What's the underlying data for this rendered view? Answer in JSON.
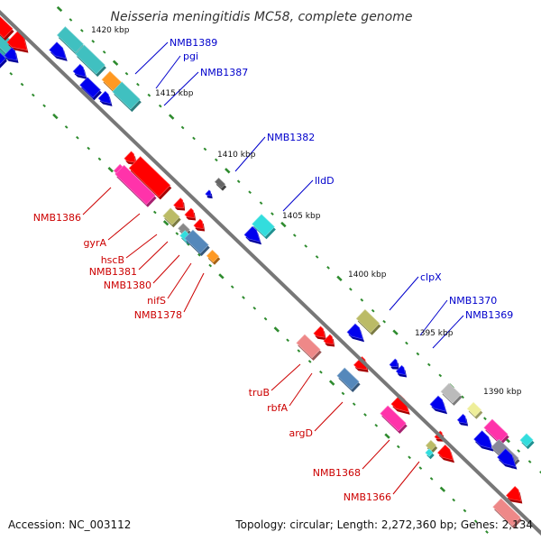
{
  "title": "Neisseria meningitidis MC58, complete genome",
  "footer": {
    "accession": "Accession: NC_003112",
    "topology": "Topology: circular; Length: 2,272,360 bp; Genes: 2,134"
  },
  "colors": {
    "plus_label": "#0000cc",
    "minus_label": "#cc0000",
    "backbone": "#777777",
    "tick": "#2e8b2e",
    "forward_gene": "#ff0000",
    "reverse_gene": "#0000ee",
    "cyan_gene": "#33dddd",
    "teal_gene": "#40c0c0",
    "magenta_gene": "#ff33aa",
    "pink_gene": "#ee8888",
    "khaki_gene": "#bbbb66",
    "steel_gene": "#5588bb",
    "orange_gene": "#ff9922",
    "gray_gene": "#bbbbbb"
  },
  "kbp_markers": [
    {
      "id": "1420",
      "label": "1420 kbp"
    },
    {
      "id": "1415",
      "label": "1415 kbp"
    },
    {
      "id": "1410",
      "label": "1410 kbp"
    },
    {
      "id": "1405",
      "label": "1405 kbp"
    },
    {
      "id": "1400",
      "label": "1400 kbp"
    },
    {
      "id": "1395",
      "label": "1395 kbp"
    },
    {
      "id": "1390",
      "label": "1390 kbp"
    }
  ],
  "gene_labels": [
    {
      "id": "NMB1389",
      "text": "NMB1389",
      "strand": "plus"
    },
    {
      "id": "pgi",
      "text": "pgi",
      "strand": "plus"
    },
    {
      "id": "NMB1387",
      "text": "NMB1387",
      "strand": "plus"
    },
    {
      "id": "NMB1382",
      "text": "NMB1382",
      "strand": "plus"
    },
    {
      "id": "lldD",
      "text": "lldD",
      "strand": "plus"
    },
    {
      "id": "clpX",
      "text": "clpX",
      "strand": "plus"
    },
    {
      "id": "NMB1370",
      "text": "NMB1370",
      "strand": "plus"
    },
    {
      "id": "NMB1369",
      "text": "NMB1369",
      "strand": "plus"
    },
    {
      "id": "NMB1386",
      "text": "NMB1386",
      "strand": "minus"
    },
    {
      "id": "gyrA",
      "text": "gyrA",
      "strand": "minus"
    },
    {
      "id": "hscB",
      "text": "hscB",
      "strand": "minus"
    },
    {
      "id": "NMB1381",
      "text": "NMB1381",
      "strand": "minus"
    },
    {
      "id": "NMB1380",
      "text": "NMB1380",
      "strand": "minus"
    },
    {
      "id": "nifS",
      "text": "nifS",
      "strand": "minus"
    },
    {
      "id": "NMB1378",
      "text": "NMB1378",
      "strand": "minus"
    },
    {
      "id": "truB",
      "text": "truB",
      "strand": "minus"
    },
    {
      "id": "rbfA",
      "text": "rbfA",
      "strand": "minus"
    },
    {
      "id": "argD",
      "text": "argD",
      "strand": "minus"
    },
    {
      "id": "NMB1368",
      "text": "NMB1368",
      "strand": "minus"
    },
    {
      "id": "NMB1366",
      "text": "NMB1366",
      "strand": "minus"
    }
  ],
  "genes": [
    {
      "id": "g1",
      "kind": "rect",
      "color": "#33aaaa"
    },
    {
      "id": "g2",
      "kind": "rect",
      "color": "#40c0c0"
    },
    {
      "id": "g3",
      "kind": "arrow",
      "color": "#ff0000"
    },
    {
      "id": "g4",
      "kind": "rect",
      "color": "#ff0000"
    },
    {
      "id": "g5",
      "kind": "rect",
      "color": "#0000ee"
    },
    {
      "id": "g6",
      "kind": "arrow",
      "color": "#0000ee"
    },
    {
      "id": "g7",
      "kind": "rect",
      "color": "#40c0c0"
    },
    {
      "id": "g8",
      "kind": "rect",
      "color": "#40c0c0"
    },
    {
      "id": "g9",
      "kind": "rect",
      "color": "#ff9922"
    },
    {
      "id": "g10",
      "kind": "rect",
      "color": "#40c0c0"
    },
    {
      "id": "g11",
      "kind": "arrow",
      "color": "#0000ee"
    },
    {
      "id": "g12",
      "kind": "arrow",
      "color": "#0000ee"
    },
    {
      "id": "g13",
      "kind": "rect",
      "color": "#0000ee"
    },
    {
      "id": "g14",
      "kind": "arrow",
      "color": "#0000ee"
    },
    {
      "id": "g15",
      "kind": "rect",
      "color": "#ff33aa"
    },
    {
      "id": "g16",
      "kind": "arrow",
      "color": "#ff0000"
    },
    {
      "id": "g17",
      "kind": "rect",
      "color": "#ff0000"
    },
    {
      "id": "g18",
      "kind": "rect",
      "color": "#ff33aa"
    },
    {
      "id": "g19",
      "kind": "rect",
      "color": "#bbbb66"
    },
    {
      "id": "g20",
      "kind": "arrow",
      "color": "#ff0000"
    },
    {
      "id": "g21",
      "kind": "arrow",
      "color": "#ff0000"
    },
    {
      "id": "g22",
      "kind": "rect",
      "color": "#888888"
    },
    {
      "id": "g23",
      "kind": "rect",
      "color": "#33dddd"
    },
    {
      "id": "g24",
      "kind": "rect",
      "color": "#5588bb"
    },
    {
      "id": "g25",
      "kind": "rect",
      "color": "#ff9922"
    },
    {
      "id": "g26",
      "kind": "arrow",
      "color": "#ff0000"
    },
    {
      "id": "g27",
      "kind": "rect",
      "color": "#666666"
    },
    {
      "id": "g28",
      "kind": "arrow",
      "color": "#0000ee"
    },
    {
      "id": "g29",
      "kind": "rect",
      "color": "#33dddd"
    },
    {
      "id": "g30",
      "kind": "arrow",
      "color": "#0000ee"
    },
    {
      "id": "g31",
      "kind": "rect",
      "color": "#bbbb66"
    },
    {
      "id": "g32",
      "kind": "arrow",
      "color": "#0000ee"
    },
    {
      "id": "g33",
      "kind": "arrow",
      "color": "#0000ee"
    },
    {
      "id": "g34",
      "kind": "arrow",
      "color": "#0000ee"
    },
    {
      "id": "g35",
      "kind": "rect",
      "color": "#ee8888"
    },
    {
      "id": "g36",
      "kind": "arrow",
      "color": "#ff0000"
    },
    {
      "id": "g37",
      "kind": "arrow",
      "color": "#ff0000"
    },
    {
      "id": "g38",
      "kind": "rect",
      "color": "#5588bb"
    },
    {
      "id": "g39",
      "kind": "rect",
      "color": "#ff33aa"
    },
    {
      "id": "g40",
      "kind": "arrow",
      "color": "#ff0000"
    },
    {
      "id": "g41",
      "kind": "arrow",
      "color": "#ff0000"
    },
    {
      "id": "g42",
      "kind": "rect",
      "color": "#bbbb66"
    },
    {
      "id": "g43",
      "kind": "rect",
      "color": "#33dddd"
    },
    {
      "id": "g44",
      "kind": "arrow",
      "color": "#ff0000"
    },
    {
      "id": "g45",
      "kind": "arrow",
      "color": "#ff0000"
    },
    {
      "id": "g46",
      "kind": "rect",
      "color": "#bbbbbb"
    },
    {
      "id": "g47",
      "kind": "arrow",
      "color": "#0000ee"
    },
    {
      "id": "g48",
      "kind": "rect",
      "color": "#eeee99"
    },
    {
      "id": "g49",
      "kind": "arrow",
      "color": "#0000ee"
    },
    {
      "id": "g50",
      "kind": "rect",
      "color": "#ff33aa"
    },
    {
      "id": "g51",
      "kind": "arrow",
      "color": "#0000ee"
    },
    {
      "id": "g52",
      "kind": "rect",
      "color": "#888899"
    },
    {
      "id": "g53",
      "kind": "rect",
      "color": "#33dddd"
    },
    {
      "id": "g54",
      "kind": "arrow",
      "color": "#0000ee"
    },
    {
      "id": "g55",
      "kind": "arrow",
      "color": "#ff0000"
    },
    {
      "id": "g56",
      "kind": "rect",
      "color": "#ee8888"
    }
  ]
}
